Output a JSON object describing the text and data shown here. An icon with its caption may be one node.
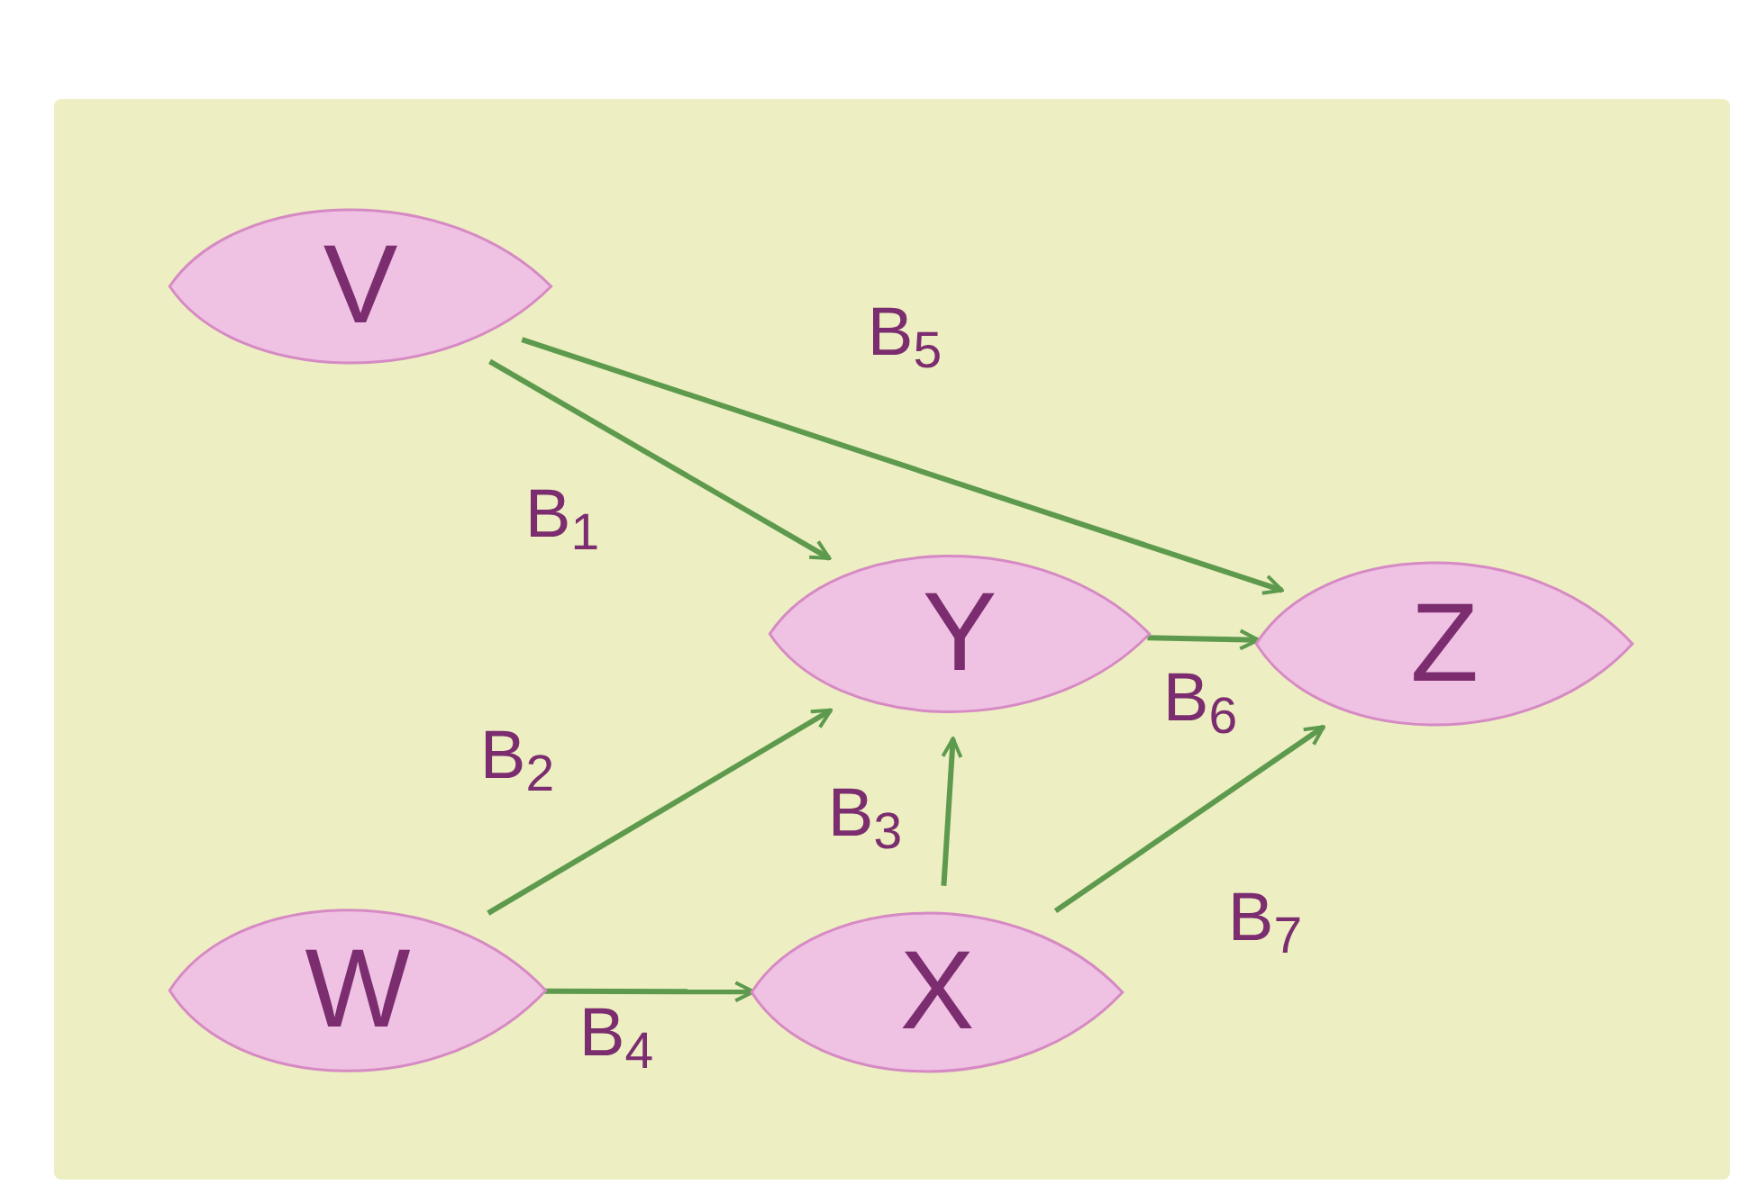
{
  "diagram": {
    "nodes": [
      {
        "text": [
          "V"
        ]
      },
      {
        "text": [
          "Y"
        ]
      },
      {
        "text": [
          "Z"
        ]
      },
      {
        "text": [
          "W"
        ]
      },
      {
        "text": [
          "X"
        ]
      }
    ],
    "edges": [
      {
        "from": 0,
        "to": 1,
        "arrow": "to",
        "label": "B$_{1}$"
      },
      {
        "from": 3,
        "to": 1,
        "arrow": "to",
        "label": "B$_{2}$"
      },
      {
        "from": 4,
        "to": 1,
        "arrow": "to",
        "label": "B$_{3}$"
      },
      {
        "from": 3,
        "to": 4,
        "arrow": "to",
        "label": "B$_{4}$"
      },
      {
        "from": 0,
        "to": 2,
        "arrow": "to",
        "label": "B$_{5}$"
      },
      {
        "from": 1,
        "to": 2,
        "arrow": "to",
        "label": "B$_{6}$"
      },
      {
        "from": 4,
        "to": 2,
        "arrow": "to",
        "label": "B$_{7}$"
      }
    ]
  }
}
